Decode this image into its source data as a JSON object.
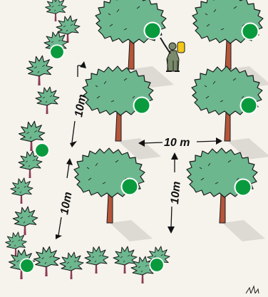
{
  "colors": {
    "background": "#f5f3ec",
    "foliage": "#6db78f",
    "foliage_outline": "#1a1a1a",
    "trunk": "#b5553a",
    "shrub_stem": "#8b3a55",
    "marker": "#0a9a3e",
    "marker_ring": "#ffffff",
    "shadow": "#dcdad3",
    "worker_suit": "#7a8a6a",
    "sprayer_tank": "#f2c81a",
    "arrow": "#111111"
  },
  "labels": {
    "spacing_horizontal": "10 m",
    "spacing_vertical_a": "10m",
    "spacing_vertical_b": "10m",
    "spacing_vertical_c": "10m"
  },
  "icons": {
    "tree": "orchard-tree-icon",
    "shrub": "hedge-shrub-icon",
    "marker": "green-dot-marker-icon",
    "worker": "sprayer-worker-icon"
  }
}
